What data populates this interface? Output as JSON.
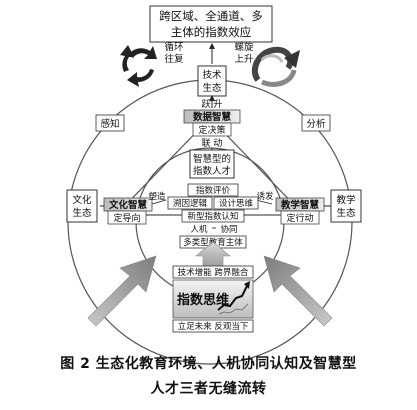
{
  "top_box": {
    "line1": "跨区域、全通道、多",
    "line2": "主体的指数效应"
  },
  "cycle_left": {
    "line1": "循环",
    "line2": "往复"
  },
  "cycle_right": {
    "line1": "螺旋",
    "line2": "上升"
  },
  "tech_eco": {
    "line1": "技术",
    "line2": "生态"
  },
  "leap": "跃 升",
  "data_wisdom": {
    "title": "数据智慧",
    "sub": "定决策"
  },
  "linkage": "联 动",
  "wise_talent": {
    "line1": "智慧型的",
    "line2": "指数人才"
  },
  "perception": "感知",
  "analysis": "分析",
  "culture_eco": {
    "line1": "文化",
    "line2": "生态"
  },
  "culture_wisdom": {
    "title": "文化智慧",
    "sub": "定导向"
  },
  "shaping": "塑造",
  "inspire": "诱发",
  "teaching_wisdom": {
    "title": "教学智慧",
    "sub": "定行动"
  },
  "teaching_eco": {
    "line1": "教学",
    "line2": "生态"
  },
  "inner_stack": {
    "r1": "指数评价",
    "r2a": "溯因逻辑",
    "r2b": "设计思维",
    "r3": "新型指数认知",
    "r4a": "人机",
    "r4b": "协同",
    "r5": "多类型教育主体"
  },
  "bottom_box": {
    "top": "技术增能 跨界融合",
    "center": "指数思维",
    "bottom": "立足未来 反观当下"
  },
  "caption": {
    "line1": "图 2   生态化教育环境、人机协同认知及智慧型",
    "line2": "人才三者无缝流转"
  }
}
